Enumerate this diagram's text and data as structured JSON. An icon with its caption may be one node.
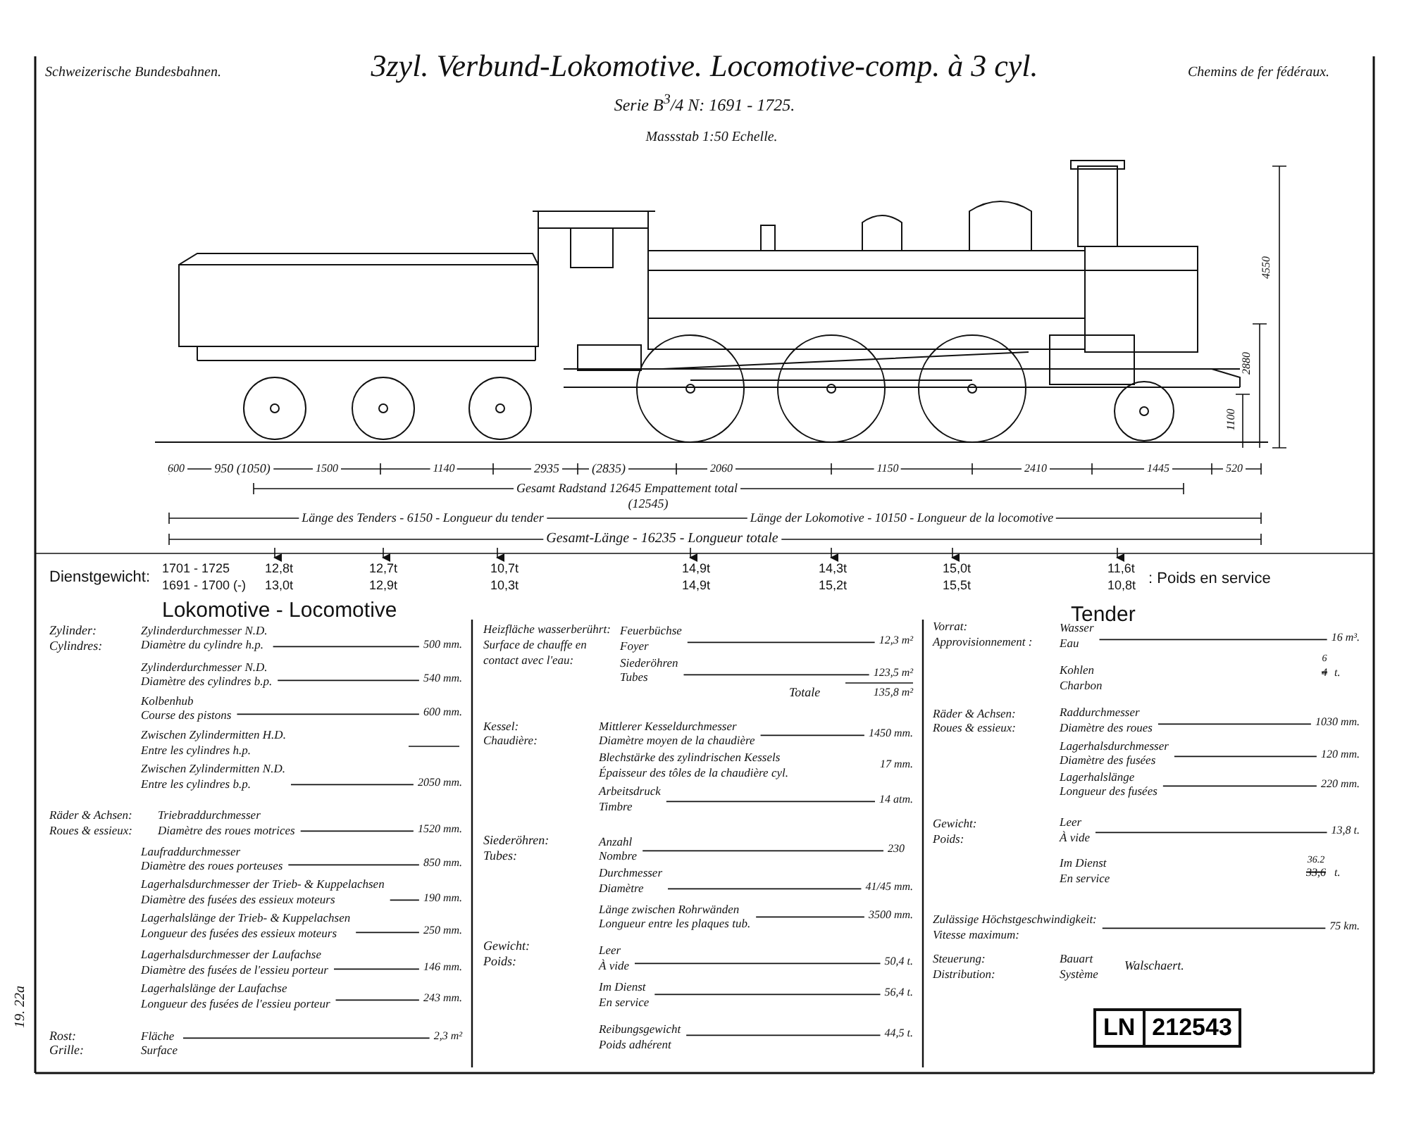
{
  "diagram": {
    "title": "3zyl. Verbund-Lokomotive. Locomotive-comp. à 3 cyl.",
    "nodes": [
      {
        "text": [
          "LN",
          "212543"
        ]
      }
    ],
    "labels": [
      "Schweizerische Bundesbahnen.",
      "Chemins de fer fédéraux.",
      "Serie B$^{3}$/4 N: 1691 - 1725.",
      "Massstab 1:50 Echelle.",
      "4550",
      "2880",
      "1100",
      "600",
      "950 (1050)",
      "1500",
      "1140",
      "2935",
      "(2835)",
      "2060",
      "1150",
      "2410",
      "1445",
      "520",
      "Gesamt Radstand 12645 Empattement total",
      "(12545)",
      "Länge des Tenders - 6150 - Longueur du tender",
      "Länge der Lokomotive - 10150 - Longueur de la locomotive",
      "Gesamt-Länge - 16235 - Longueur totale",
      "Dienstgewicht:",
      "1701 - 1725",
      "1691 - 1700 (-)",
      "12,8t",
      "13,0t",
      "12,7t",
      "12,9t",
      "10,7t",
      "10,3t",
      "14,9t",
      "14,9t",
      "14,3t",
      "15,2t",
      "15,0t",
      "15,5t",
      "11,6t",
      "10,8t",
      ": Poids en service",
      "Lokomotive - Locomotive",
      "Tender",
      "Zylinder:",
      "Cylindres:",
      "Zylinderdurchmesser N.D.",
      "Diamètre du cylindre h.p.",
      "500 mm.",
      "Zylinderdurchmesser N.D.",
      "Diamètre des cylindres b.p.",
      "540 mm.",
      "Kolbenhub",
      "Course des pistons",
      "600 mm.",
      "Zwischen Zylindermitten H.D.",
      "Entre les cylindres h.p.",
      "Zwischen Zylindermitten N.D.",
      "Entre les cylindres b.p.",
      "2050 mm.",
      "Räder & Achsen:",
      "Roues & essieux:",
      "Triebraddurchmesser",
      "Diamètre des roues motrices",
      "1520 mm.",
      "Laufraddurchmesser",
      "Diamètre des roues porteuses",
      "850 mm.",
      "Lagerhalsdurchmesser der Trieb- & Kuppelachsen",
      "Diamètre des fusées des essieux moteurs",
      "190 mm.",
      "Lagerhalslänge der Trieb- & Kuppelachsen",
      "Longueur des fusées des essieux moteurs",
      "250 mm.",
      "Lagerhalsdurchmesser der Laufachse",
      "Diamètre des fusées de l'essieu porteur",
      "146 mm.",
      "Lagerhalslänge der Laufachse",
      "Longueur des fusées de l'essieu porteur",
      "243 mm.",
      "Rost:",
      "Grille:",
      "Fläche",
      "Surface",
      "2,3 m²",
      "Heizfläche wasserberührt:",
      "Surface de chauffe en",
      "contact avec l'eau:",
      "Feuerbüchse",
      "Foyer",
      "12,3 m²",
      "Siederöhren",
      "Tubes",
      "123,5 m²",
      "Totale",
      "135,8 m²",
      "Kessel:",
      "Chaudière:",
      "Mittlerer Kesseldurchmesser",
      "Diamètre moyen de la chaudière",
      "1450 mm.",
      "Blechstärke des zylindrischen Kessels",
      "Épaisseur des tôles de la chaudière cyl.",
      "17 mm.",
      "Arbeitsdruck",
      "Timbre",
      "14 atm.",
      "Siederöhren:",
      "Tubes:",
      "Anzahl",
      "Nombre",
      "230",
      "Durchmesser",
      "Diamètre",
      "41/45 mm.",
      "Länge zwischen Rohrwänden",
      "Longueur entre les plaques tub.",
      "3500 mm.",
      "Gewicht:",
      "Poids:",
      "Leer",
      "À vide",
      "50,4 t.",
      "Im Dienst",
      "En service",
      "56,4 t.",
      "Reibungsgewicht",
      "Poids adhérent",
      "44,5 t.",
      "Vorrat:",
      "Approvisionnement :",
      "Wasser",
      "Eau",
      "16 m³.",
      "Kohlen",
      "Charbon",
      "6",
      "4",
      "t.",
      "Räder & Achsen:",
      "Roues & essieux:",
      "Raddurchmesser",
      "Diamètre des roues",
      "1030 mm.",
      "Lagerhalsdurchmesser",
      "Diamètre des fusées",
      "120 mm.",
      "Lagerhalslänge",
      "Longueur des fusées",
      "220 mm.",
      "Gewicht:",
      "Poids:",
      "Leer",
      "À vide",
      "13,8 t.",
      "Im Dienst",
      "En service",
      "36.2",
      "33,6",
      "t.",
      "Zulässige Höchstgeschwindigkeit:",
      "Vitesse maximum:",
      "75 km.",
      "Steuerung:",
      "Distribution:",
      "Bauart",
      "Système",
      "Walschaert.",
      "19. 22a"
    ]
  }
}
